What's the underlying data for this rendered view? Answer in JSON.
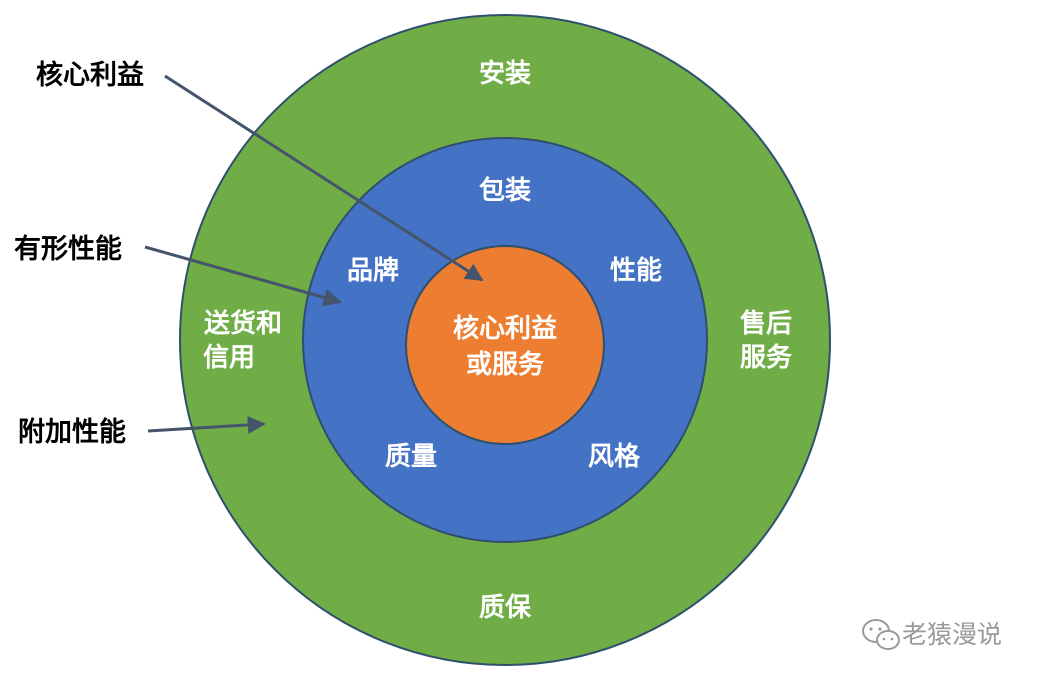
{
  "diagram": {
    "colors": {
      "outer_ring": "#70AD47",
      "middle_ring": "#4472C4",
      "core": "#ED7D31",
      "ring_border": "#2F4F6F",
      "arrow": "#44546A",
      "label_on_ring": "#FFFFFF",
      "side_label": "#000000"
    },
    "outer_ring": {
      "top": "安装",
      "left_line1": "送货和",
      "left_line2": "信用",
      "right_line1": "售后",
      "right_line2": "服务",
      "bottom": "质保"
    },
    "middle_ring": {
      "top": "包装",
      "upper_left": "品牌",
      "upper_right": "性能",
      "lower_left": "质量",
      "lower_right": "风格"
    },
    "core": {
      "line1": "核心利益",
      "line2": "或服务"
    },
    "callouts": {
      "core_benefit": "核心利益",
      "tangible_product": "有形性能",
      "augmented_product": "附加性能"
    }
  },
  "watermark": {
    "icon": "wechat-icon",
    "text": "老猿漫说"
  }
}
